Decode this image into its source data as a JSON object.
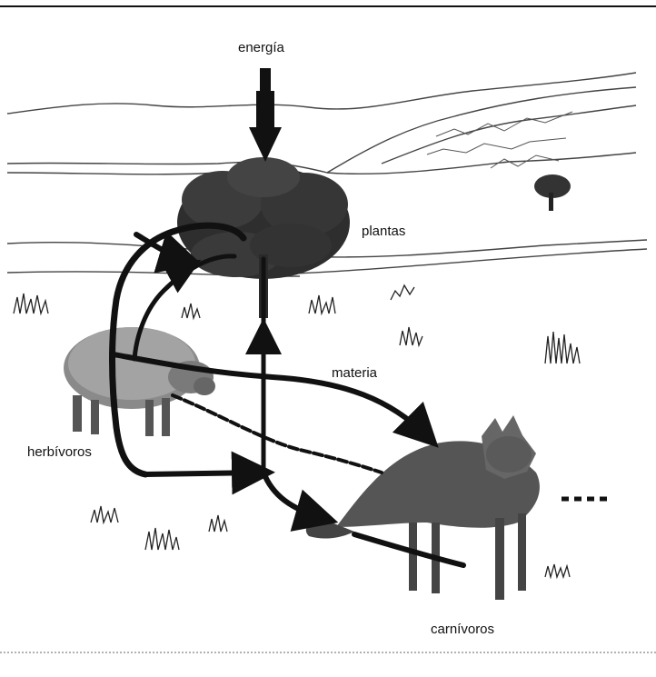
{
  "labels": {
    "energy": "energía",
    "plants": "plantas",
    "matter": "materia",
    "herbivores": "herbívoros",
    "carnivores": "carnívoros"
  },
  "colors": {
    "ink": "#111111",
    "arrow": "#1a1a1a",
    "ground": "#444444",
    "background": "#ffffff"
  }
}
